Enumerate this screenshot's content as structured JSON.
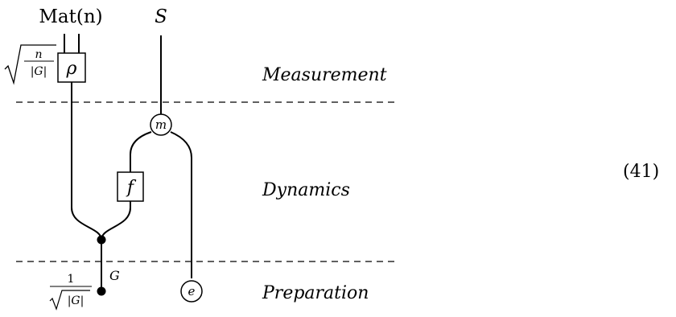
{
  "diagram": {
    "labels": {
      "top_left": "Mat(n)",
      "top_right": "S",
      "region_top": "Measurement",
      "region_middle": "Dynamics",
      "region_bottom": "Preparation",
      "wire_g": "G",
      "equation_number": "(41)"
    },
    "nodes": {
      "rho": "ρ",
      "m": "m",
      "f": "f",
      "e": "e"
    },
    "scalars": {
      "top_coefficient_num": "n",
      "top_coefficient_den": "|G|",
      "bottom_coefficient_num": "1",
      "bottom_coefficient_den": "|G|"
    }
  }
}
